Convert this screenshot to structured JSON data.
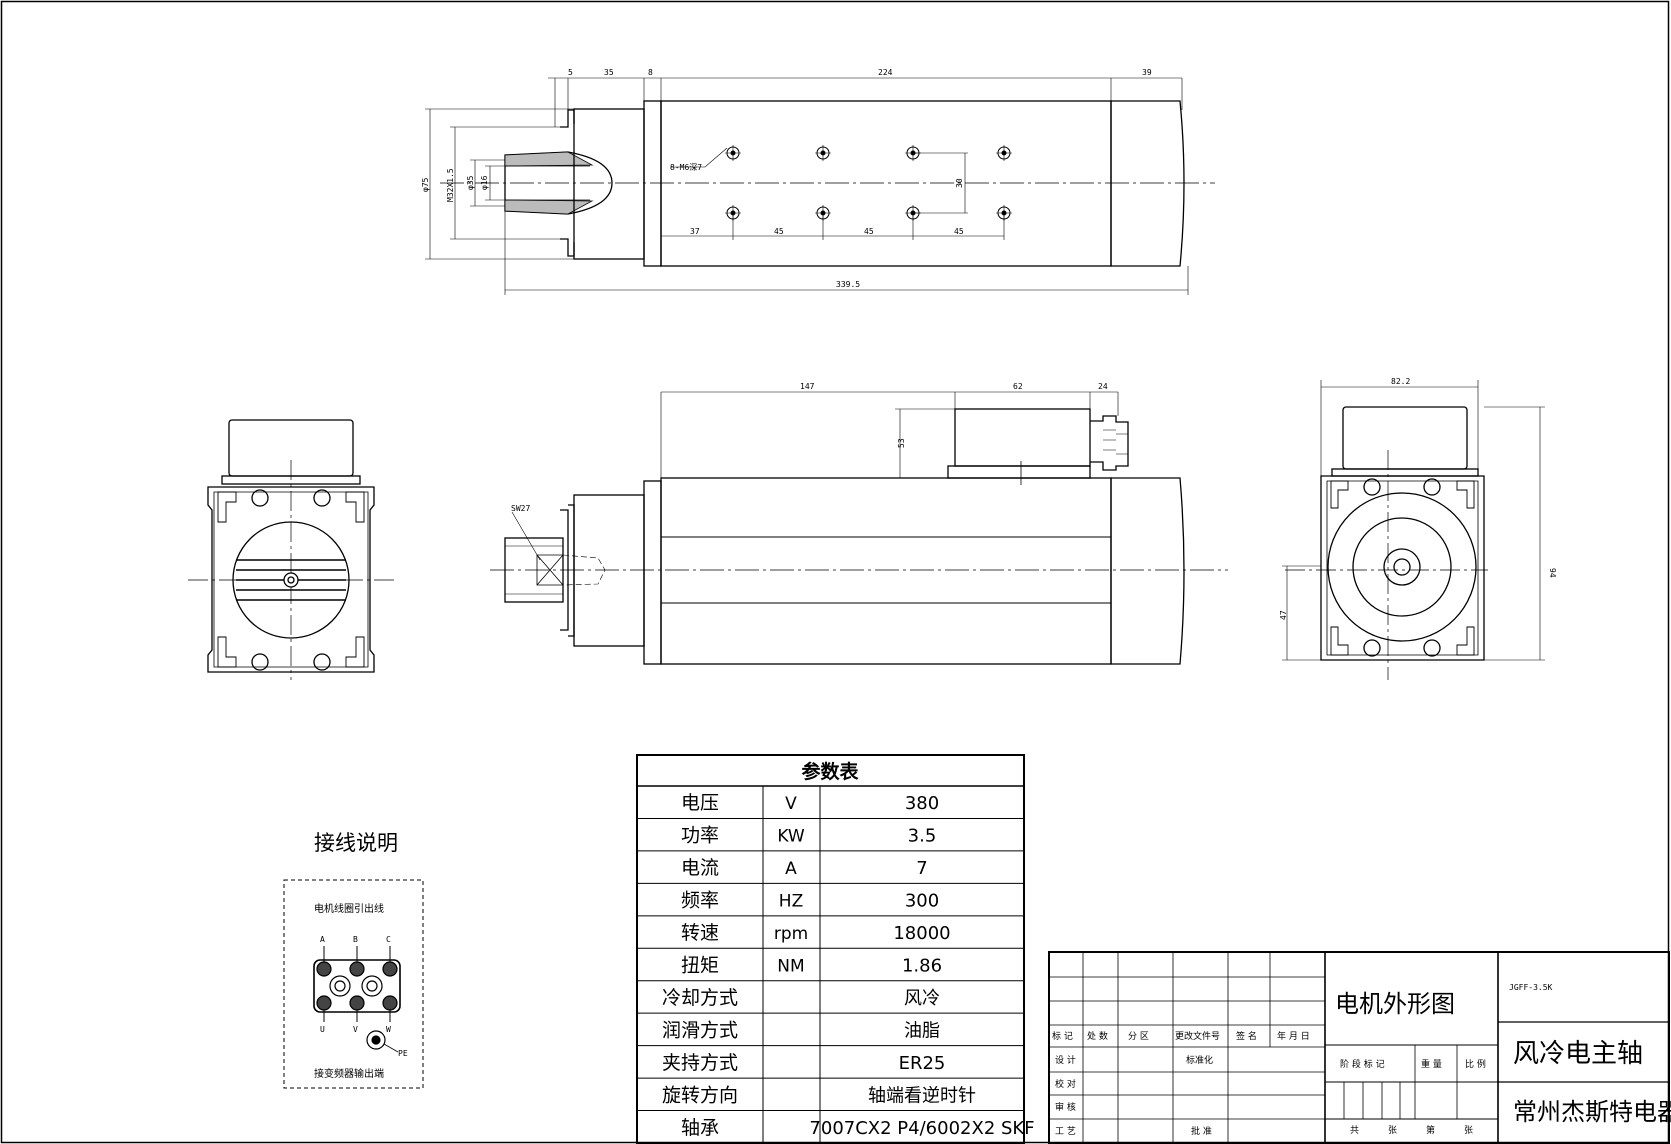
{
  "drawing": {
    "top_view": {
      "dims": [
        "5",
        "35",
        "8",
        "224",
        "39",
        "339.5",
        "37",
        "45",
        "45",
        "45",
        "30"
      ],
      "vertical_dims": [
        "φ75",
        "M32X1.5",
        "φ35",
        "φ16"
      ],
      "hole_note": "8-M6深7"
    },
    "front_view": {
      "dims": [
        "147",
        "62",
        "24",
        "53"
      ],
      "wrench": "SW27"
    },
    "side_view": {
      "dims": [
        "82.2",
        "94",
        "47"
      ]
    },
    "wiring": {
      "title": "接线说明",
      "top_label": "电机线圈引出线",
      "terminals_top": [
        "A",
        "B",
        "C"
      ],
      "terminals_bottom": [
        "U",
        "V",
        "W"
      ],
      "ground": "PE",
      "bottom_label": "接变频器输出端"
    },
    "params": {
      "title": "参数表",
      "rows": [
        {
          "name": "电压",
          "unit": "V",
          "value": "380"
        },
        {
          "name": "功率",
          "unit": "KW",
          "value": "3.5"
        },
        {
          "name": "电流",
          "unit": "A",
          "value": "7"
        },
        {
          "name": "频率",
          "unit": "HZ",
          "value": "300"
        },
        {
          "name": "转速",
          "unit": "rpm",
          "value": "18000"
        },
        {
          "name": "扭矩",
          "unit": "NM",
          "value": "1.86"
        },
        {
          "name": "冷却方式",
          "unit": "",
          "value": "风冷"
        },
        {
          "name": "润滑方式",
          "unit": "",
          "value": "油脂"
        },
        {
          "name": "夹持方式",
          "unit": "",
          "value": "ER25"
        },
        {
          "name": "旋转方向",
          "unit": "",
          "value": "轴端看逆时针"
        },
        {
          "name": "轴承",
          "unit": "",
          "value": "7007CX2 P4/6002X2 SKF"
        }
      ]
    },
    "title_block": {
      "drawing_name": "电机外形图",
      "model": "JGFF-3.5K",
      "product": "风冷电主轴",
      "company": "常州杰斯特电器",
      "revision_headers": [
        "标 记",
        "处 数",
        "分  区",
        "更改文件号",
        "签 名",
        "年 月 日"
      ],
      "sign_rows": [
        "设 计",
        "校 对",
        "审 核",
        "工 艺"
      ],
      "standardize": "标准化",
      "approve": "批 准",
      "stage_label": "阶 段 标 记",
      "weight_label": "重 量",
      "scale_label": "比 例",
      "sheet_labels": [
        "共",
        "张",
        "第",
        "张"
      ]
    }
  }
}
